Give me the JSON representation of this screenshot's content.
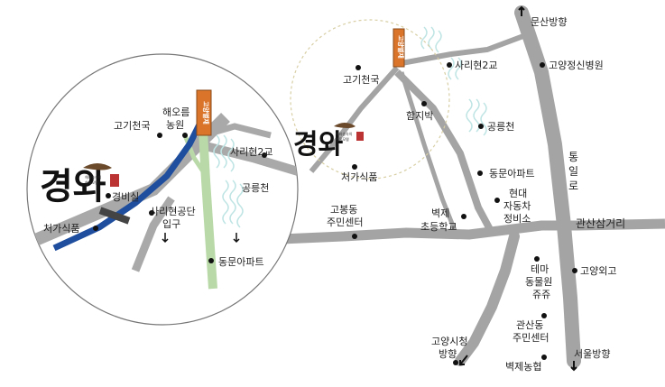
{
  "colors": {
    "road": "#a9a9a9",
    "road_dark": "#9b9b9b",
    "stream": "#1f4e9e",
    "green_road": "#b9d9a8",
    "sign": "#d9742a",
    "wave": "#bfe4e4"
  },
  "brand": {
    "logo_text": "경와",
    "logo_small_line1": "해와송숙의",
    "logo_small_line2": "한옥모텔",
    "sign_text": "고양별재"
  },
  "zoom_labels": {
    "gogicheonguk": "고기천국",
    "haeoreum_line1": "해오름",
    "haeoreum_line2": "농원",
    "sarihyeon2": "사리현2교",
    "gongneungcheon": "공릉천",
    "gyeongbisil": "경비실",
    "cheoga": "처가식품",
    "park_line1": "사리현공단",
    "park_line2": "입구",
    "dongmun_apt": "동문아파트"
  },
  "main_labels": {
    "munsan": "문산방향",
    "goyang_hospital": "고양정신병원",
    "gogicheonguk": "고기천국",
    "sarihyeon2": "사리현2교",
    "hamjibak": "함지박",
    "gongneungcheon": "공릉천",
    "cheoga": "처가식품",
    "dongmun_apt": "동문아파트",
    "tongil_1": "통",
    "tongil_2": "일",
    "tongil_3": "로",
    "hyundai_1": "현대",
    "hyundai_2": "자동차",
    "hyundai_3": "정비소",
    "gobong_1": "고봉동",
    "gobong_2": "주민센터",
    "byeokje_school_1": "벽제",
    "byeokje_school_2": "초등학교",
    "gwansan_junction": "관산삼거리",
    "tema_1": "테마",
    "tema_2": "동물원",
    "tema_3": "쥬쥬",
    "goyang_foreign": "고양외고",
    "gwansan_1": "관산동",
    "gwansan_2": "주민센터",
    "cityhall_1": "고양시청",
    "cityhall_2": "방향",
    "seoul": "서울방향",
    "byeokje_nonghyup": "벽제농협"
  }
}
